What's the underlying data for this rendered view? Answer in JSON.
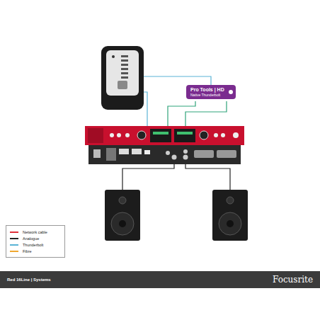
{
  "diagram": {
    "nodes": [
      {
        "text": [
          "Pro Tools | HD",
          "Native Thunderbolt"
        ]
      },
      {
        "text": [
          "Red 16Line | Systems",
          "Focusrite"
        ]
      }
    ],
    "legend": [
      {
        "text": "Network cable",
        "color": "#e0303a"
      },
      {
        "text": "Analogue",
        "color": "#222222"
      },
      {
        "text": "Thunderbolt",
        "color": "#5ab4d6"
      },
      {
        "text": "Fibre",
        "color": "#f0a830"
      }
    ]
  }
}
